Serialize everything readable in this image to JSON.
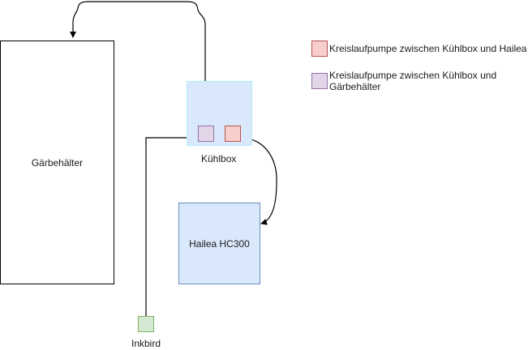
{
  "diagram": {
    "nodes": {
      "gaerbehaelter": {
        "label": "Gärbehälter",
        "fill": "#ffffff",
        "stroke": "#000000"
      },
      "kuehlbox": {
        "label": "Kühlbox",
        "fill": "#dae8fc",
        "stroke": "#aeeffb"
      },
      "pump_gaer": {
        "label": "",
        "fill": "#e1d5e7",
        "stroke": "#9673a6"
      },
      "pump_hailea": {
        "label": "",
        "fill": "#f8cecc",
        "stroke": "#b85450"
      },
      "hailea": {
        "label": "Hailea HC300",
        "fill": "#dae8fc",
        "stroke": "#6c8ebf"
      },
      "inkbird": {
        "label": "Inkbird",
        "fill": "#d5e8d4",
        "stroke": "#82b366"
      }
    },
    "legend": [
      {
        "label": "Kreislaufpumpe zwischen Kühlbox und Hailea",
        "fill": "#f8cecc",
        "stroke": "#b85450"
      },
      {
        "label_line1": "Kreislaufpumpe zwischen Kühlbox und",
        "label_line2": "Gärbehälter",
        "fill": "#e1d5e7",
        "stroke": "#9673a6"
      }
    ],
    "edges": [
      {
        "from": "pump_gaer",
        "to": "gaerbehaelter",
        "style": "curved-arrow"
      },
      {
        "from": "pump_hailea",
        "to": "hailea",
        "style": "bidirectional-curved-arrow"
      },
      {
        "from": "inkbird",
        "to": "pump_gaer",
        "style": "orthogonal-line"
      }
    ]
  }
}
